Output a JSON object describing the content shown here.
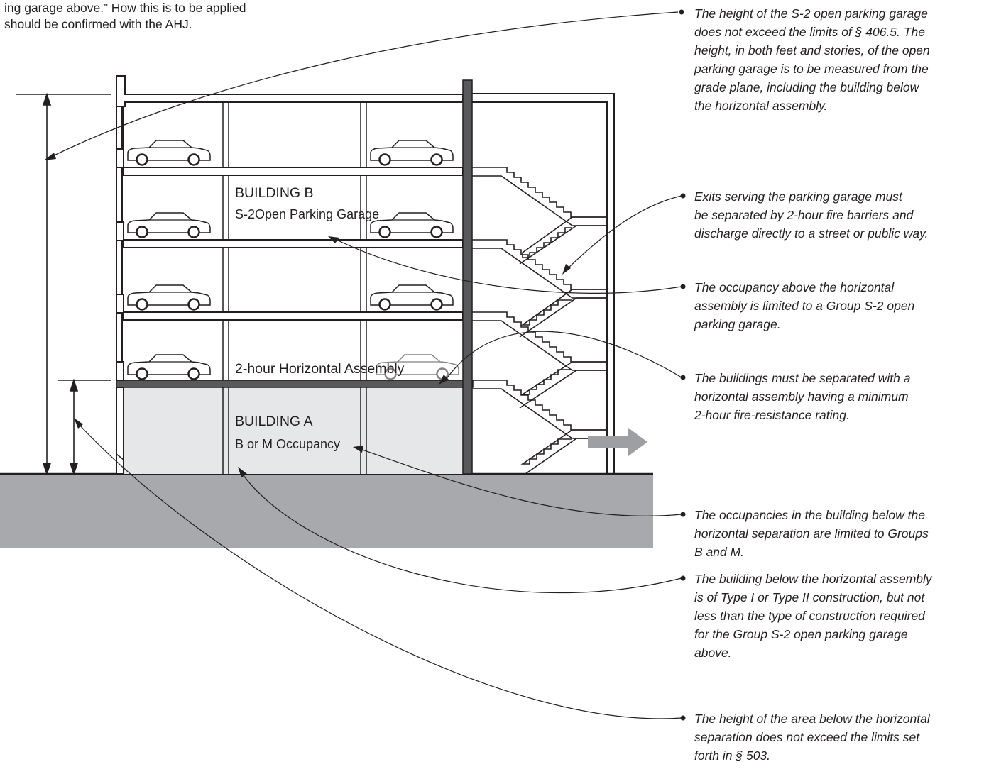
{
  "intro_text": {
    "lines": [
      "ing garage above.” How this is to be applied",
      "should be confirmed with the AHJ."
    ]
  },
  "building_labels": {
    "building_b_title": "BUILDING B",
    "building_b_subtitle": "S-2Open Parking Garage",
    "horizontal_assembly": "2-hour Horizontal Assembly",
    "building_a_title": "BUILDING A",
    "building_a_subtitle": "B or M Occupancy"
  },
  "callouts": [
    {
      "id": "garage-height",
      "lines": [
        "The height of the S-2 open parking garage",
        "does not exceed the limits of § 406.5. The",
        "height, in both feet and stories, of the open",
        "parking garage is to be measured from the",
        "grade plane, including the building below",
        "the horizontal assembly."
      ]
    },
    {
      "id": "exits",
      "lines": [
        "Exits serving the parking garage must",
        "be separated by 2-hour fire barriers and",
        "discharge directly to a street or public way."
      ]
    },
    {
      "id": "occupancy-above",
      "lines": [
        "The occupancy above the horizontal",
        "assembly is limited to a Group S-2 open",
        "parking garage."
      ]
    },
    {
      "id": "separation",
      "lines": [
        "The buildings must be separated with a",
        "horizontal assembly having a minimum",
        "2-hour fire-resistance rating."
      ]
    },
    {
      "id": "occupancies-below",
      "lines": [
        "The occupancies in the building below the",
        "horizontal separation are limited to Groups",
        "B and M."
      ]
    },
    {
      "id": "construction-type",
      "lines": [
        "The building below the horizontal assembly",
        "is of Type I or Type II construction, but not",
        "less than the type of construction required",
        "for the Group S-2 open parking garage",
        "above."
      ]
    },
    {
      "id": "height-below",
      "lines": [
        "The height of the area below the horizontal",
        "separation does not exceed the limits set",
        "forth in § 503."
      ]
    }
  ],
  "colors": {
    "line": "#231f20",
    "ground": "#a7a9ac",
    "building_a_fill": "#e6e7e8",
    "assembly": "#58595b",
    "exit_arrow": "#9d9fa2"
  },
  "icons": [
    "car-icon",
    "exit-arrow-icon",
    "stair-icon",
    "dimension-arrow-icon"
  ]
}
